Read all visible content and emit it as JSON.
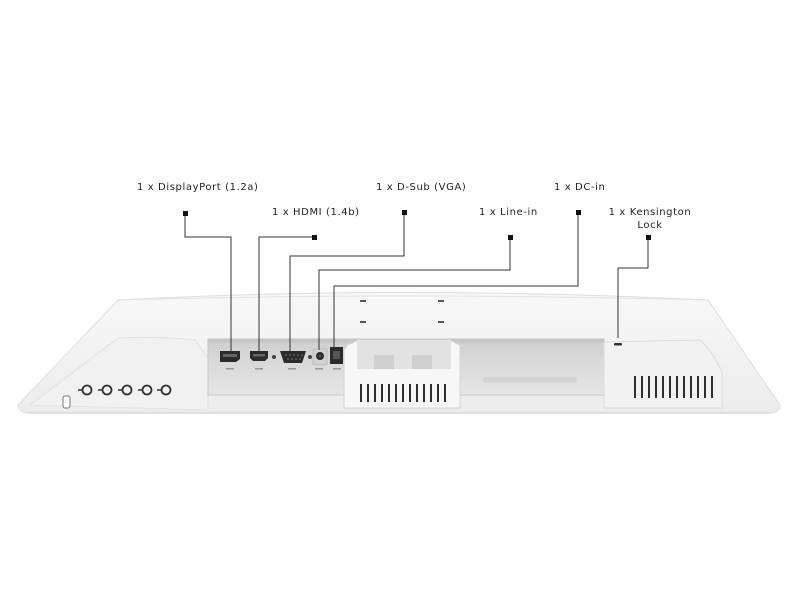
{
  "callouts": [
    {
      "id": "displayport",
      "label": "1 x DisplayPort (1.2a)"
    },
    {
      "id": "hdmi",
      "label": "1 x HDMI (1.4b)"
    },
    {
      "id": "dsub",
      "label": "1 x D-Sub (VGA)"
    },
    {
      "id": "linein",
      "label": "1 x Line-in"
    },
    {
      "id": "dcin",
      "label": "1 x DC-in"
    },
    {
      "id": "kensington",
      "label_line1": "1 x Kensington",
      "label_line2": "Lock"
    }
  ],
  "colors": {
    "monitor_body": "#f4f4f4",
    "port_recess": "#dcdcdc",
    "port_dark": "#2b2b2b",
    "leader_line": "#333333"
  }
}
